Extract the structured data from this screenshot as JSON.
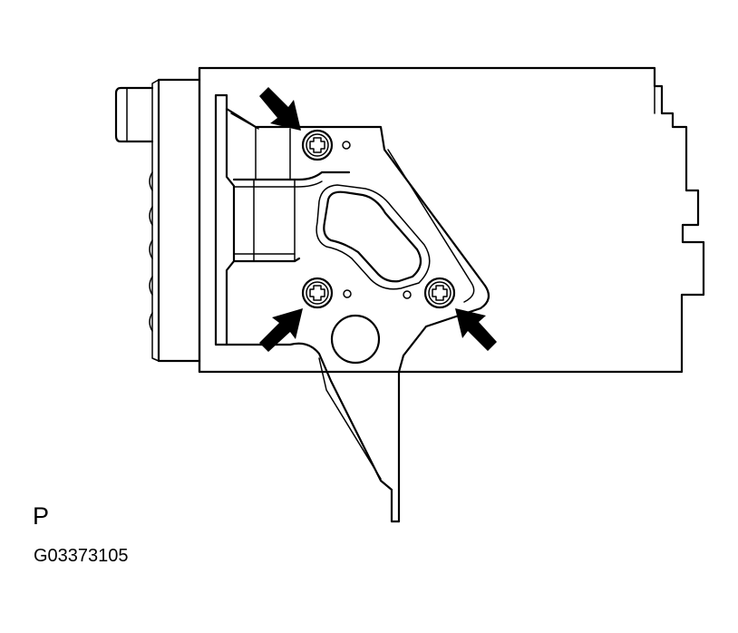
{
  "figure": {
    "view_label": "P",
    "figure_code": "G03373105"
  },
  "colors": {
    "line": "#000000",
    "background": "#ffffff"
  },
  "callouts": {
    "count": 3,
    "marks": [
      "upper-left-screw",
      "lower-left-screw",
      "lower-right-screw"
    ]
  }
}
